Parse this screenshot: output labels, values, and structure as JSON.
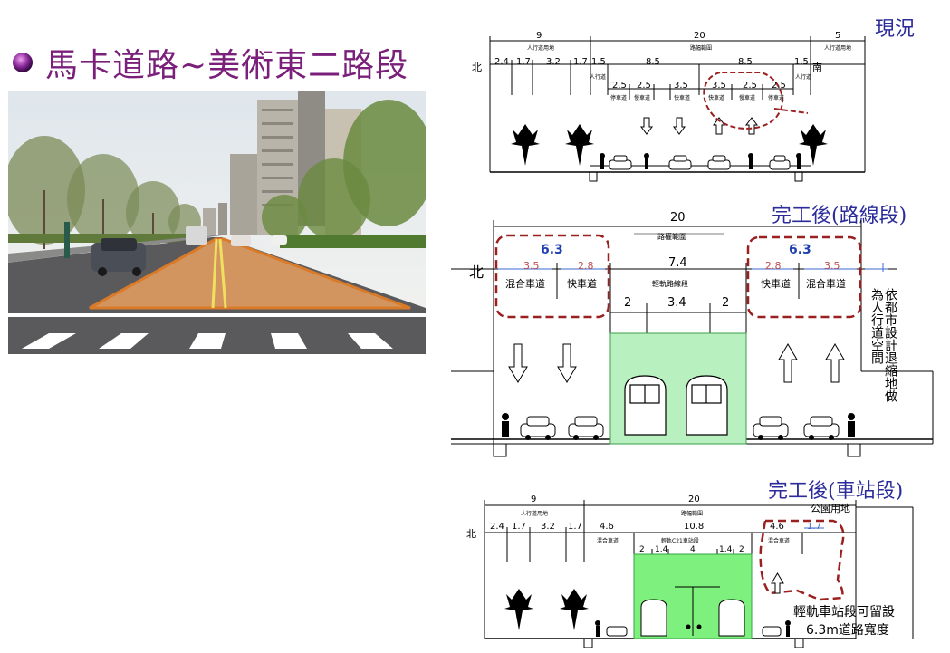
{
  "title": "馬卡道路~美術東二路段",
  "labels": {
    "current": "現況",
    "after_route": "完工後(路線段)",
    "after_station": "完工後(車站段)"
  },
  "top_section": {
    "widths": [
      "9",
      "20",
      "5"
    ],
    "north": "北",
    "south": "南",
    "left_dims": [
      "2.4",
      "1.7",
      "3.2",
      "1.7"
    ],
    "mid_dims": [
      "1.5",
      "8.5",
      "8.5",
      "1.5"
    ],
    "lane_dims": [
      "2.5",
      "2.5",
      "3.5",
      "3.5",
      "2.5",
      "2.5"
    ]
  },
  "middle_section": {
    "total": "20",
    "north": "北",
    "group_width": "6.3",
    "left_dims": [
      "3.5",
      "2.8"
    ],
    "right_dims": [
      "2.8",
      "3.5"
    ],
    "mixed_lane": "混合車道",
    "fast_lane": "快車道",
    "lrt_width": "7.4",
    "lrt_subdims": [
      "2",
      "3.4",
      "2"
    ],
    "side_note": "依都市設計退縮地做為人行道空間"
  },
  "bottom_section": {
    "widths": [
      "9",
      "20"
    ],
    "north": "北",
    "park": "公園用地",
    "left_dims": [
      "2.4",
      "1.7",
      "3.2",
      "1.7"
    ],
    "mid_dims": [
      "4.6",
      "10.8",
      "4.6",
      "1.7"
    ],
    "lrt_subdims": [
      "2",
      "1.4",
      "4",
      "1.4",
      "2"
    ],
    "note_line1": "輕軌車站段可留設",
    "note_line2": "6.3m道路寬度"
  },
  "colors": {
    "title": "#7a1f7a",
    "label": "#2b2b9a",
    "dash_box": "#9b2020",
    "lrt_green": "#b8f0c0",
    "road_orange": "#e8a060"
  }
}
